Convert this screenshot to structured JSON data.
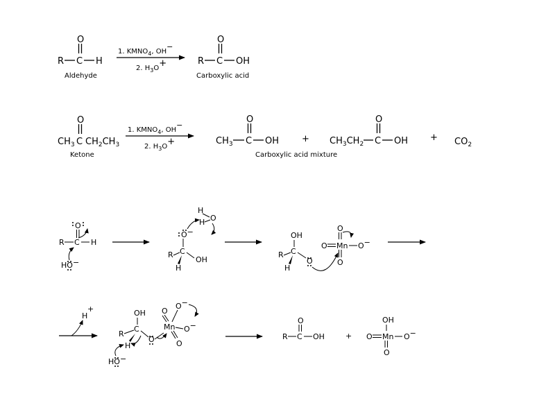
{
  "reaction1": {
    "reactant_label": "Aldehyde",
    "product_label": "Carboxylic acid",
    "r_group": "R",
    "carbon": "C",
    "hydrogen": "H",
    "oxygen": "O",
    "hydroxyl": "OH",
    "reagent_step1": "1. KMNO",
    "reagent_sub4": "4",
    "reagent_base": ", OH",
    "reagent_minus": "−",
    "reagent_step2": "2. H",
    "reagent_sub3": "3",
    "reagent_o": "O",
    "reagent_plus": "+"
  },
  "reaction2": {
    "reactant_label": "Ketone",
    "product_label": "Carboxylic acid mixture",
    "ketone_left": "CH",
    "ketone_right": "CH",
    "sub2": "2",
    "sub3": "3",
    "carbon": "C",
    "oxygen": "O",
    "hydroxyl": "OH",
    "ch3": "CH",
    "plus": "+",
    "co2_main": "CO",
    "co2_sub": "2",
    "reagent_step1": "1. KMNO",
    "reagent_sub4": "4",
    "reagent_base": ", OH",
    "reagent_minus": "−",
    "reagent_step2": "2. H",
    "reagent_sub3": "3",
    "reagent_o": "O",
    "reagent_plus": "+"
  },
  "mechanism": {
    "r": "R",
    "c": "C",
    "h": "H",
    "o": "O",
    "oh": "OH",
    "ho": "HO",
    "mn": "Mn",
    "minus": "−",
    "plus": "+"
  }
}
